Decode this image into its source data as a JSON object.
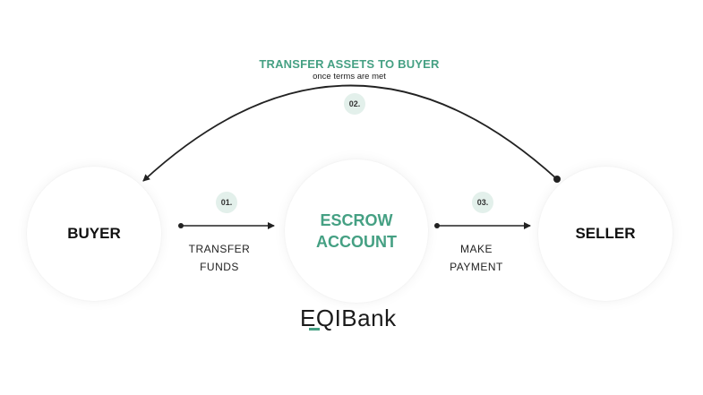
{
  "nodes": {
    "buyer": "BUYER",
    "escrow_line1": "ESCROW",
    "escrow_line2": "ACCOUNT",
    "seller": "SELLER"
  },
  "steps": {
    "step1": {
      "badge": "01.",
      "label_line1": "TRANSFER",
      "label_line2": "FUNDS"
    },
    "step2": {
      "badge": "02.",
      "title": "TRANSFER ASSETS TO BUYER",
      "subtitle": "once terms are met"
    },
    "step3": {
      "badge": "03.",
      "label_line1": "MAKE",
      "label_line2": "PAYMENT"
    }
  },
  "logo": {
    "prefix": "EQ",
    "suffix": "IBank"
  },
  "colors": {
    "accent": "#45a083",
    "badge_bg": "#e3f0eb",
    "line": "#222222"
  }
}
